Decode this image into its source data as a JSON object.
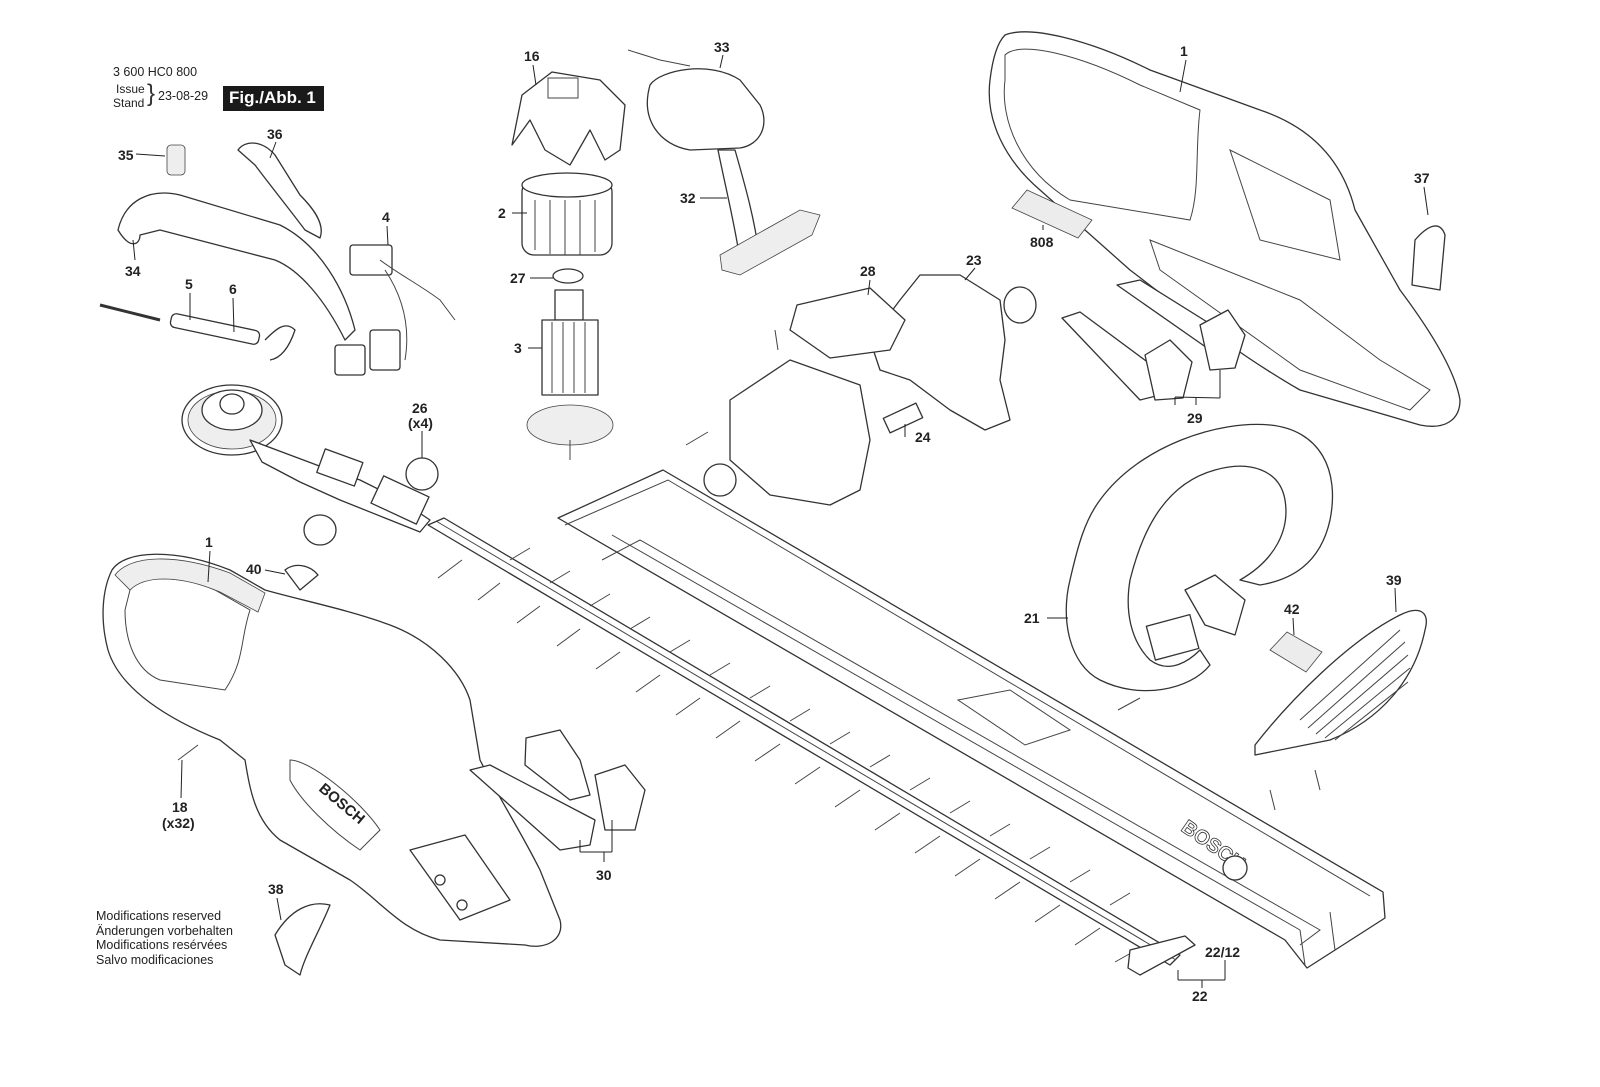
{
  "header": {
    "doc_number": "3 600 HC0 800",
    "issue_label": "Issue",
    "stand_label": "Stand",
    "date": "23-08-29",
    "figure_label": "Fig./Abb. 1"
  },
  "modifications": {
    "lines": [
      "Modifications reserved",
      "Änderungen vorbehalten",
      "Modifications resérvées",
      "Salvo modificaciones"
    ]
  },
  "brand_marks": [
    "BOSCH",
    "BOSCH"
  ],
  "callouts": {
    "p1a": "1",
    "p1b": "1",
    "p2": "2",
    "p3": "3",
    "p4": "4",
    "p5": "5",
    "p6": "6",
    "p16": "16",
    "p18": "18",
    "p18q": "(x32)",
    "p21": "21",
    "p22": "22",
    "p2212": "22/12",
    "p23": "23",
    "p24": "24",
    "p26": "26",
    "p26q": "(x4)",
    "p27": "27",
    "p28": "28",
    "p29": "29",
    "p30": "30",
    "p32": "32",
    "p33": "33",
    "p34": "34",
    "p35": "35",
    "p36": "36",
    "p37": "37",
    "p38": "38",
    "p39": "39",
    "p40": "40",
    "p42": "42",
    "p808": "808"
  }
}
